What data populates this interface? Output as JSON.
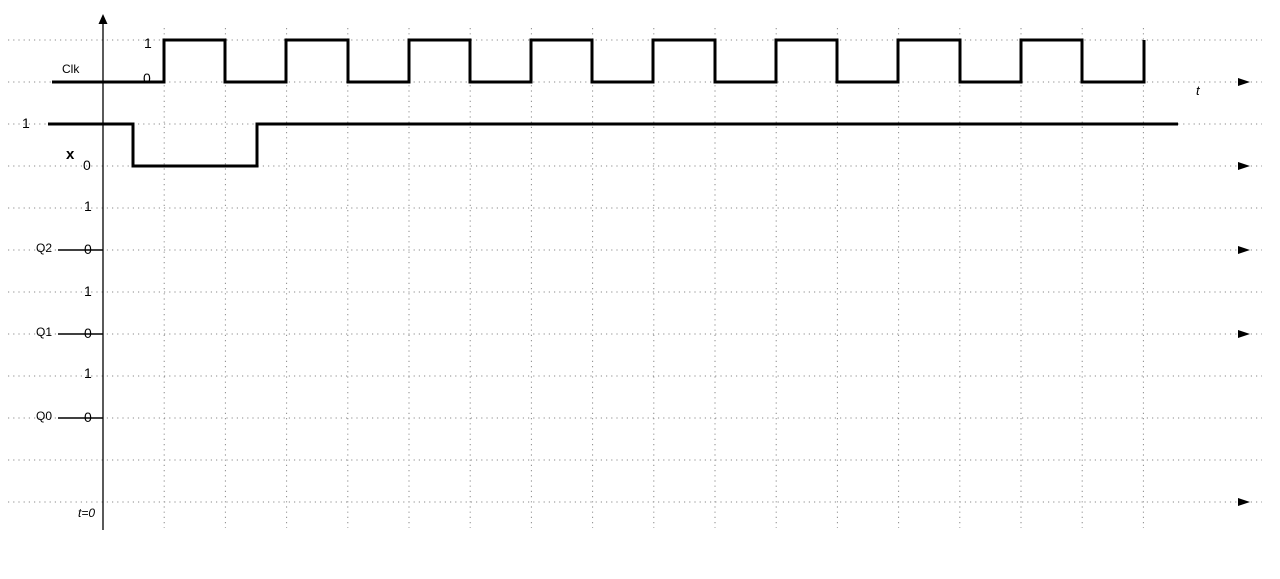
{
  "diagram": {
    "type": "timing-diagram",
    "signals": [
      {
        "name": "Clk",
        "high_label": "1",
        "low_label": "0",
        "waveform": "clock",
        "transitions_x": [
          164,
          225,
          286,
          348,
          409,
          470,
          531,
          592,
          653,
          715,
          776,
          837,
          898,
          960,
          1021,
          1082,
          1144
        ]
      },
      {
        "name": "x",
        "high_label": "1",
        "low_label": "0",
        "waveform": "high-low-high",
        "transitions_x": [
          133,
          257
        ]
      },
      {
        "name": "Q2",
        "high_label": "1",
        "low_label": "0"
      },
      {
        "name": "Q1",
        "high_label": "1",
        "low_label": "0"
      },
      {
        "name": "Q0",
        "high_label": "1",
        "low_label": "0"
      }
    ],
    "time_label": "t",
    "origin_label": "t=0"
  },
  "colors": {
    "line": "#000000",
    "grid": "#8a8a8a",
    "background": "#ffffff"
  }
}
